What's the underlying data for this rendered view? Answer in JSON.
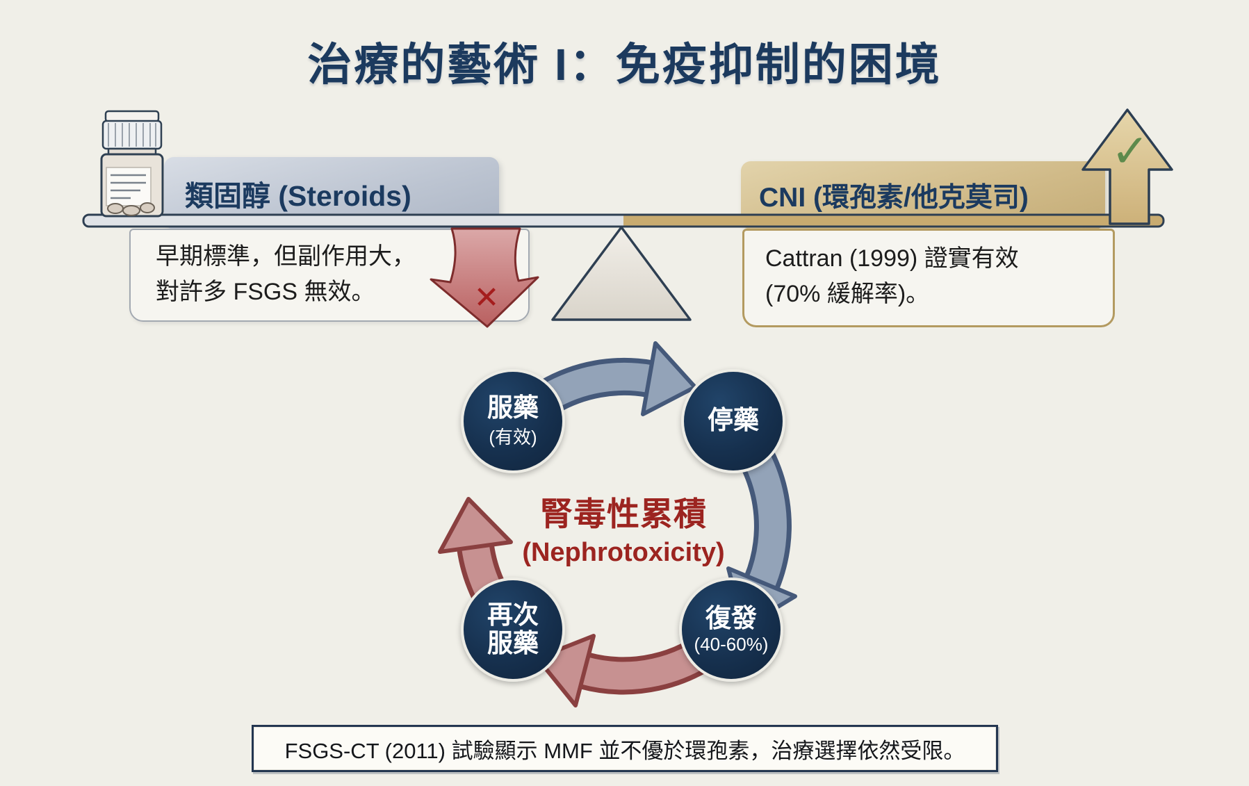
{
  "title": "治療的藝術 I：免疫抑制的困境",
  "balance": {
    "left": {
      "header": "類固醇 (Steroids)",
      "description": "早期標準，但副作用大，\n對許多 FSGS 無效。",
      "mark": "✕"
    },
    "right": {
      "header": "CNI (環孢素/他克莫司)",
      "description": "Cattran (1999) 證實有效\n(70% 緩解率)。",
      "mark": "✓"
    }
  },
  "cycle": {
    "center_title": "腎毒性累積",
    "center_subtitle": "(Nephrotoxicity)",
    "nodes": [
      {
        "label": "服藥",
        "sublabel": "(有效)"
      },
      {
        "label": "停藥",
        "sublabel": ""
      },
      {
        "label": "復發",
        "sublabel": "(40-60%)"
      },
      {
        "label": "再次\n服藥",
        "sublabel": ""
      }
    ]
  },
  "footer": "FSGS-CT (2011) 試驗顯示 MMF 並不優於環孢素，治療選擇依然受限。",
  "colors": {
    "background": "#f0efe8",
    "title_navy": "#1c3a5e",
    "steroid_gray": "#bcc4d1",
    "cni_tan": "#d0ba88",
    "node_navy": "#16304e",
    "toxicity_red": "#9c2420",
    "cycle_arrow_blue": "#93a3b8",
    "cycle_arrow_red": "#c79191",
    "fail_arrow_red": "#b96060",
    "success_check_green": "#5d8a4c"
  }
}
